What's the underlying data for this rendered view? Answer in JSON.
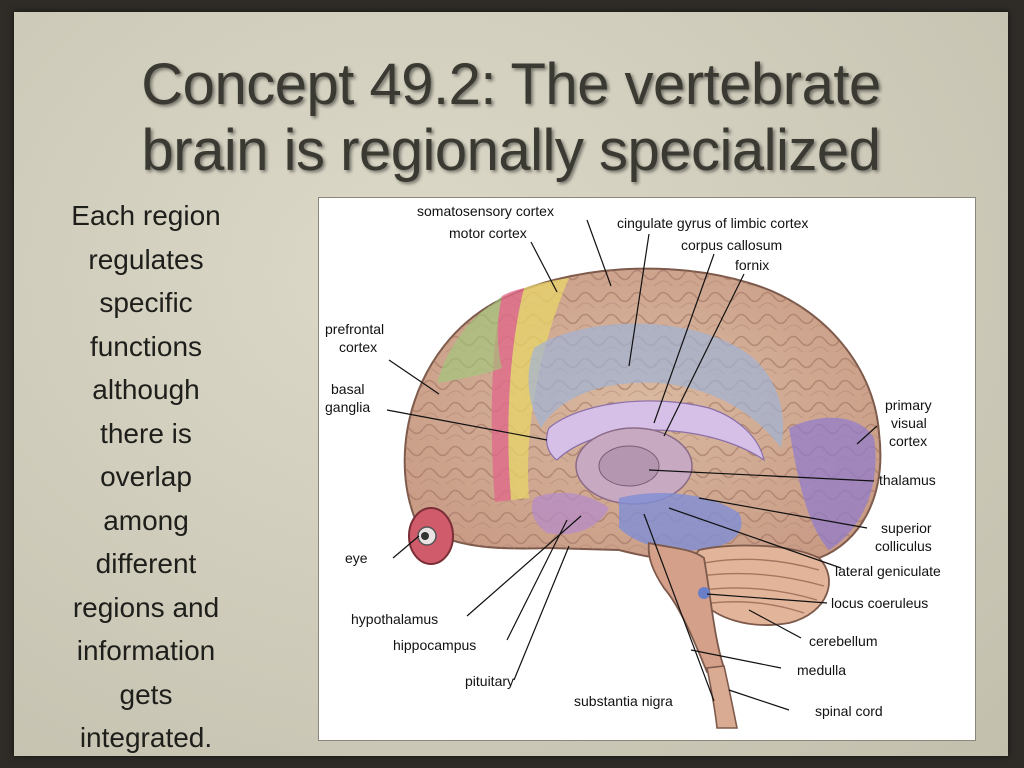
{
  "slide": {
    "title_lines": [
      "Concept 49.2: The vertebrate",
      "brain is regionally specialized"
    ],
    "body_lines": [
      "Each region",
      "regulates",
      "specific",
      "functions",
      "although",
      "there is",
      "overlap",
      "among",
      "different",
      "regions and",
      "information",
      "gets",
      "integrated."
    ]
  },
  "diagram": {
    "labels": {
      "somatosensory_cortex": "somatosensory cortex",
      "motor_cortex": "motor cortex",
      "cingulate_gyrus": "cingulate gyrus of limbic cortex",
      "corpus_callosum": "corpus callosum",
      "fornix": "fornix",
      "prefrontal_cortex_line1": "prefrontal",
      "prefrontal_cortex_line2": "cortex",
      "basal_ganglia_line1": "basal",
      "basal_ganglia_line2": "ganglia",
      "primary_visual_cortex_line1": "primary",
      "primary_visual_cortex_line2": "visual",
      "primary_visual_cortex_line3": "cortex",
      "thalamus": "thalamus",
      "superior_colliculus_line1": "superior",
      "superior_colliculus_line2": "colliculus",
      "eye": "eye",
      "lateral_geniculate": "lateral geniculate",
      "locus_coeruleus": "locus coeruleus",
      "hypothalamus": "hypothalamus",
      "cerebellum": "cerebellum",
      "hippocampus": "hippocampus",
      "medulla": "medulla",
      "pituitary": "pituitary",
      "substantia_nigra": "substantia nigra",
      "spinal_cord": "spinal cord"
    }
  }
}
